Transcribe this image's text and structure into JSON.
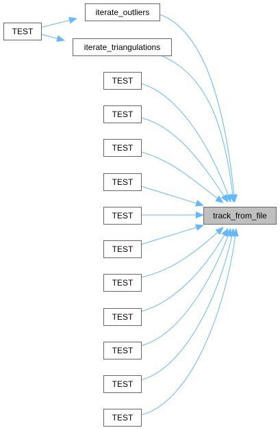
{
  "graph": {
    "colors": {
      "edge": "#63b8ff",
      "node_border": "#666666",
      "node_fill": "#ffffff",
      "target_fill": "#bfbfbf",
      "text": "#000000"
    },
    "target": {
      "id": "track_from_file",
      "label": "track_from_file"
    },
    "nodes": [
      {
        "id": "test_left",
        "label": "TEST"
      },
      {
        "id": "iterate_outliers",
        "label": "iterate_outliers"
      },
      {
        "id": "iterate_triangulations",
        "label": "iterate_triangulations"
      },
      {
        "id": "test_1",
        "label": "TEST"
      },
      {
        "id": "test_2",
        "label": "TEST"
      },
      {
        "id": "test_3",
        "label": "TEST"
      },
      {
        "id": "test_4",
        "label": "TEST"
      },
      {
        "id": "test_5",
        "label": "TEST"
      },
      {
        "id": "test_6",
        "label": "TEST"
      },
      {
        "id": "test_7",
        "label": "TEST"
      },
      {
        "id": "test_8",
        "label": "TEST"
      },
      {
        "id": "test_9",
        "label": "TEST"
      },
      {
        "id": "test_10",
        "label": "TEST"
      },
      {
        "id": "test_11",
        "label": "TEST"
      }
    ],
    "edges": [
      {
        "from": "test_left",
        "to": "iterate_outliers"
      },
      {
        "from": "test_left",
        "to": "iterate_triangulations"
      },
      {
        "from": "iterate_outliers",
        "to": "track_from_file"
      },
      {
        "from": "iterate_triangulations",
        "to": "track_from_file"
      },
      {
        "from": "test_1",
        "to": "track_from_file"
      },
      {
        "from": "test_2",
        "to": "track_from_file"
      },
      {
        "from": "test_3",
        "to": "track_from_file"
      },
      {
        "from": "test_4",
        "to": "track_from_file"
      },
      {
        "from": "test_5",
        "to": "track_from_file"
      },
      {
        "from": "test_6",
        "to": "track_from_file"
      },
      {
        "from": "test_7",
        "to": "track_from_file"
      },
      {
        "from": "test_8",
        "to": "track_from_file"
      },
      {
        "from": "test_9",
        "to": "track_from_file"
      },
      {
        "from": "test_10",
        "to": "track_from_file"
      },
      {
        "from": "test_11",
        "to": "track_from_file"
      }
    ]
  }
}
